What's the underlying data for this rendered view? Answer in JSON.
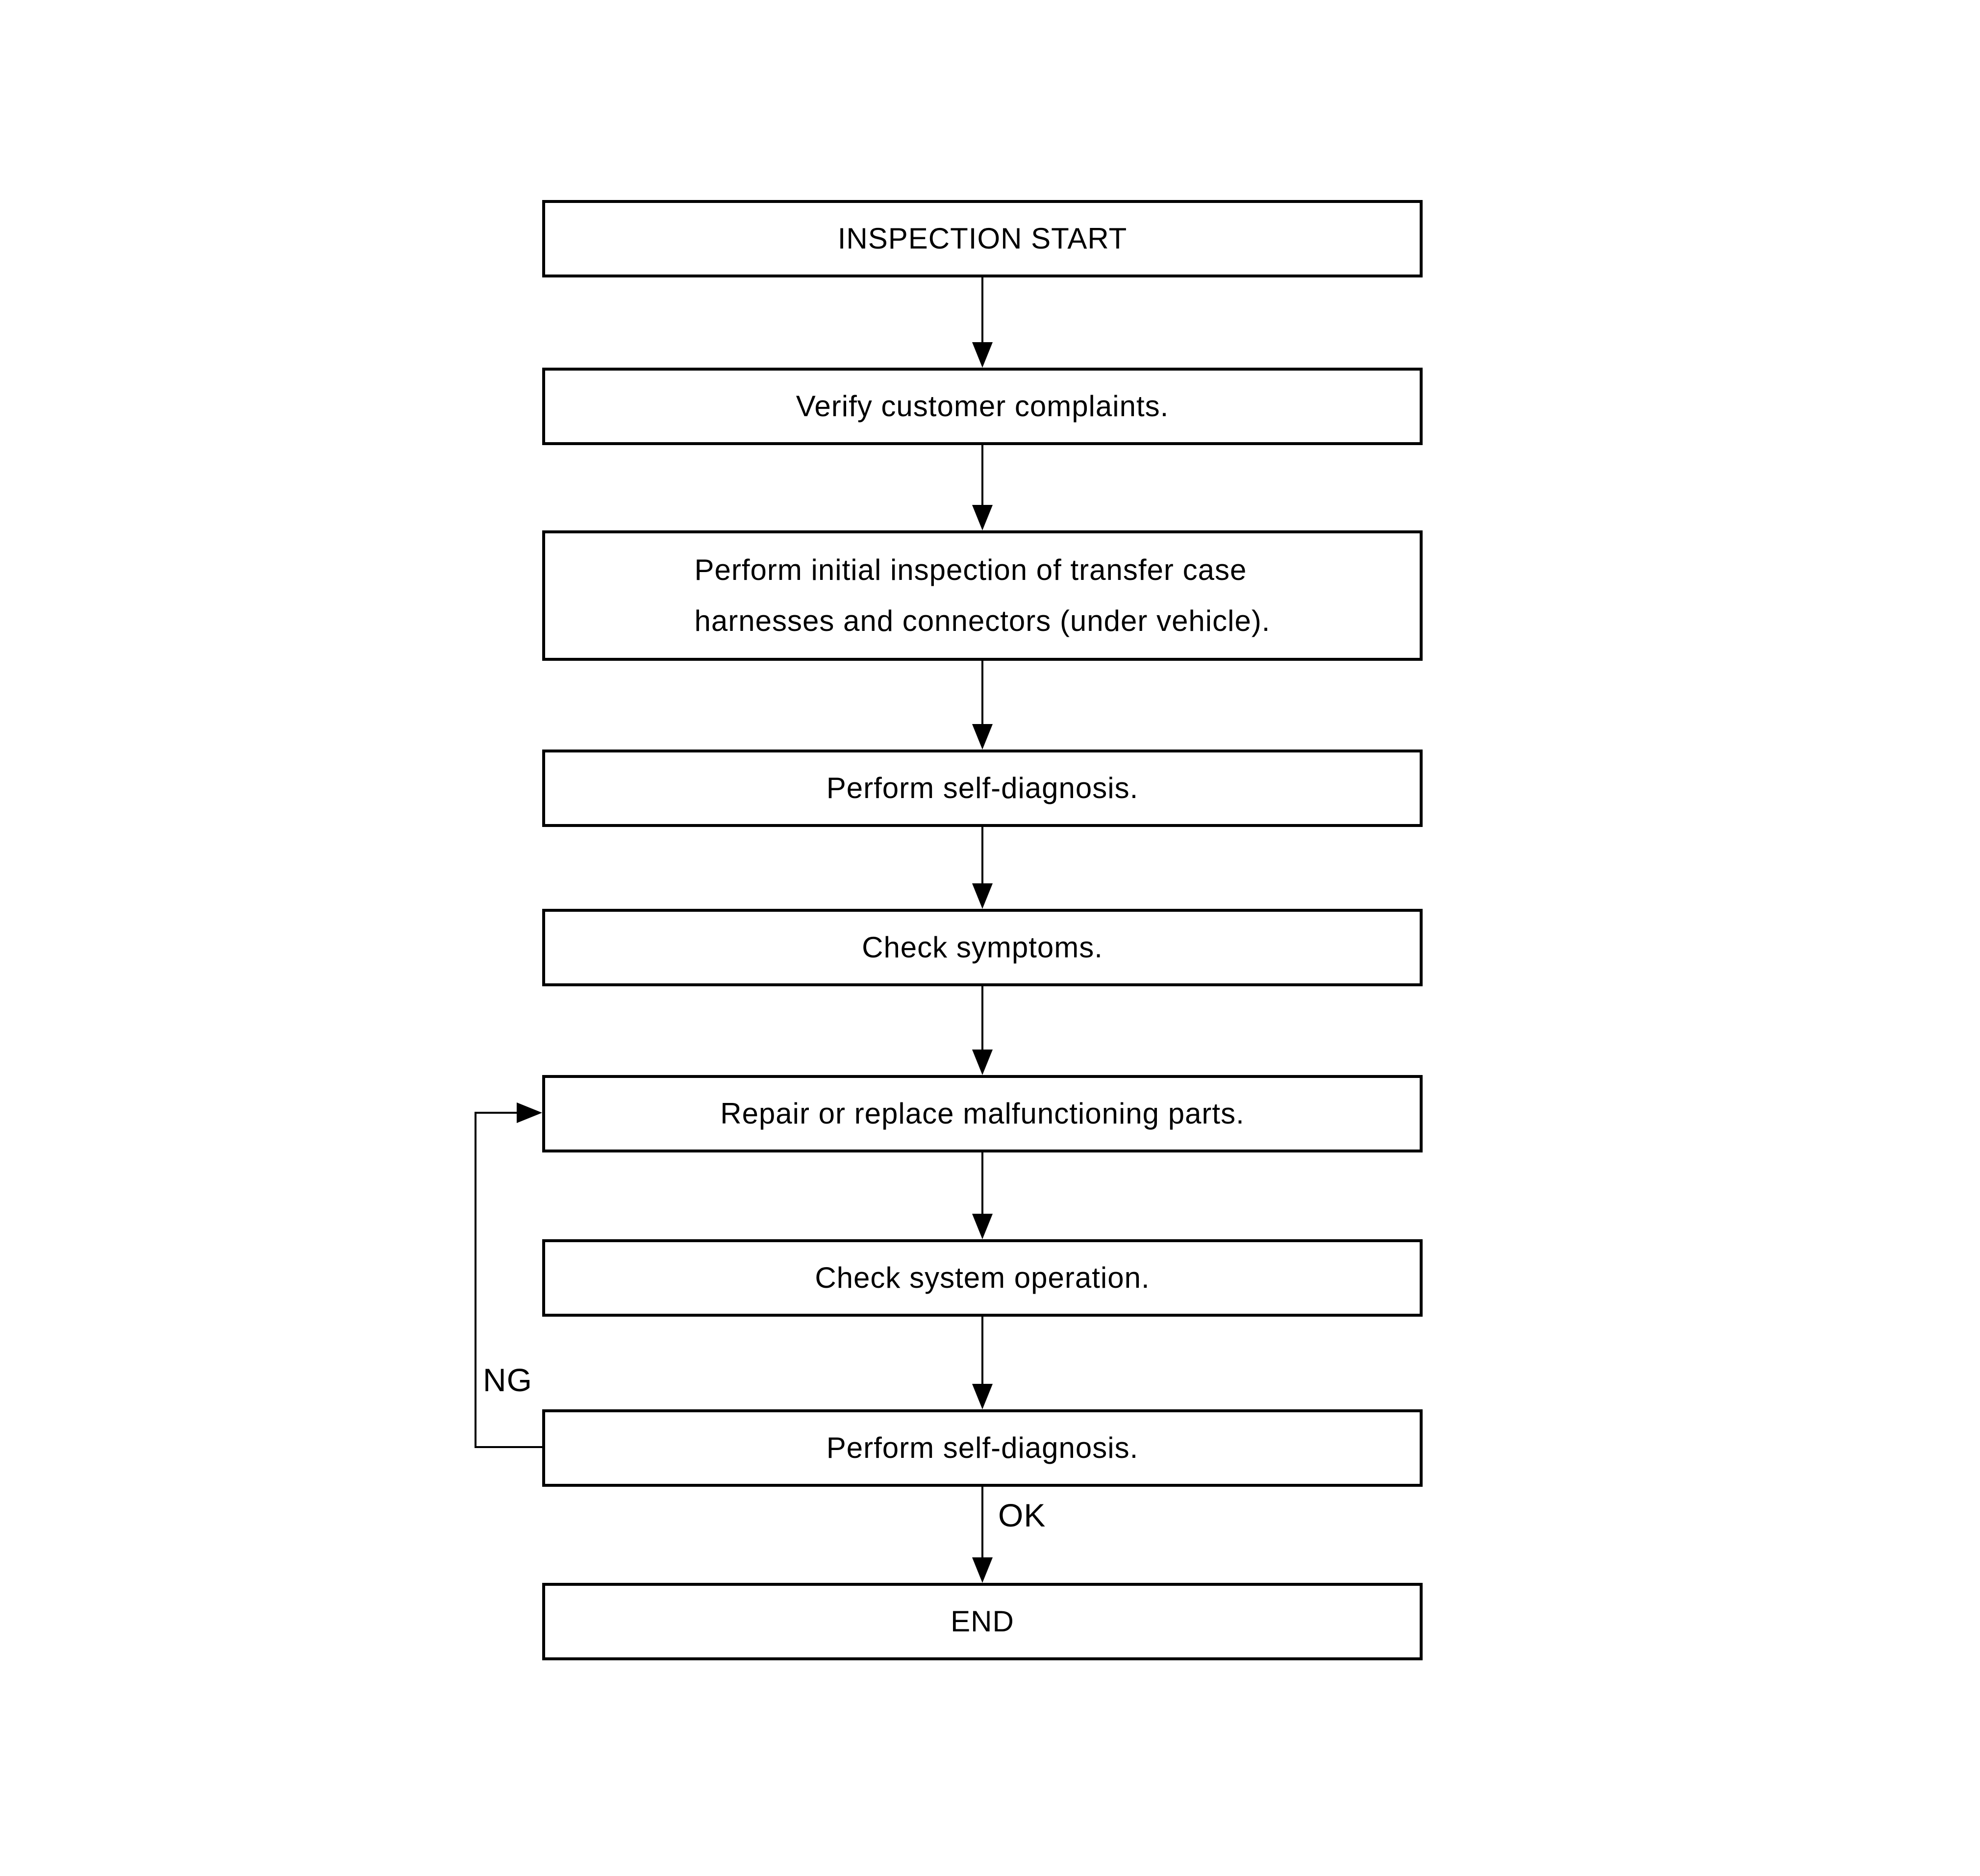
{
  "nodes": [
    {
      "label": "INSPECTION START"
    },
    {
      "label": "Verify customer complaints."
    },
    {
      "line1": "Perform initial inspection of transfer case",
      "line2": "harnesses and connectors (under vehicle)."
    },
    {
      "label": "Perform self-diagnosis."
    },
    {
      "label": "Check symptoms."
    },
    {
      "label": "Repair or replace malfunctioning parts."
    },
    {
      "label": "Check system operation."
    },
    {
      "label": "Perform self-diagnosis."
    },
    {
      "label": "END"
    }
  ],
  "edge_labels": {
    "ng": "NG",
    "ok": "OK"
  },
  "colors": {
    "ink": "#000000",
    "paper": "#ffffff"
  }
}
